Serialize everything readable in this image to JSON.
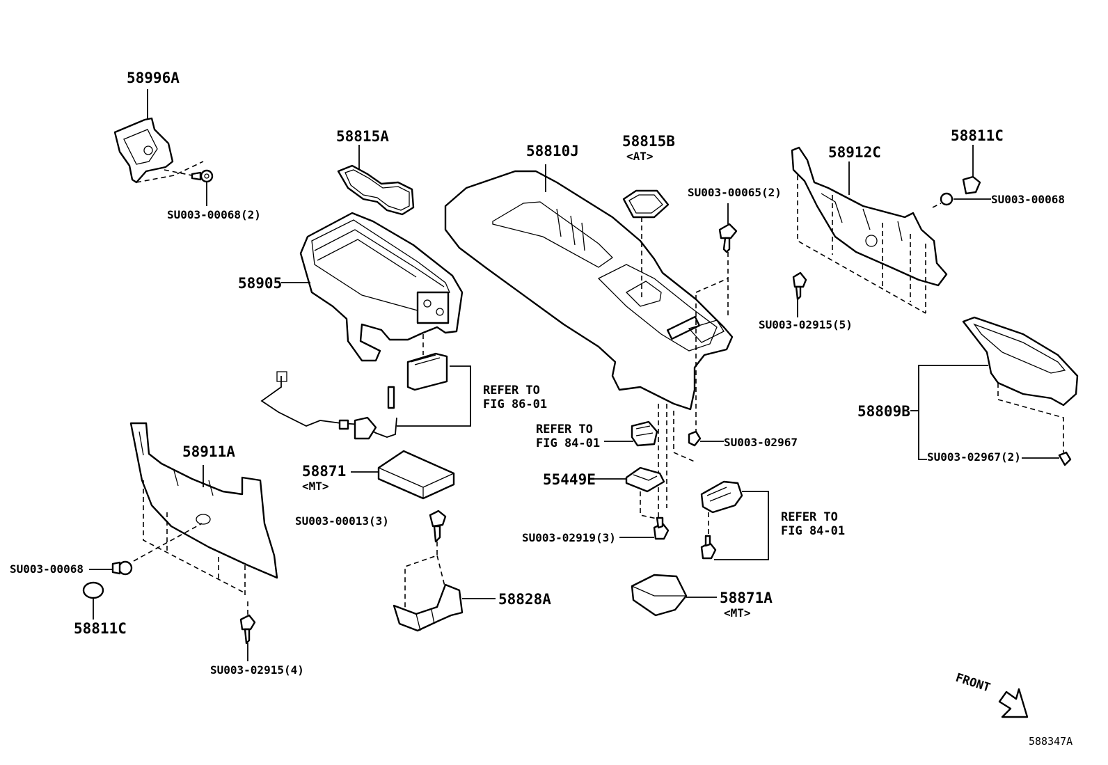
{
  "diagram_id": "588347A",
  "front_label": "FRONT",
  "part_labels": {
    "p58996A": "58996A",
    "p58815A": "58815A",
    "p58810J": "58810J",
    "p58815B": "58815B",
    "p58815B_note": "<AT>",
    "p58912C": "58912C",
    "p58811C_top": "58811C",
    "p58905": "58905",
    "p58911A": "58911A",
    "p58871": "58871",
    "p58871_note": "<MT>",
    "p55449E": "55449E",
    "p58809B": "58809B",
    "p58828A": "58828A",
    "p58871A": "58871A",
    "p58871A_note": "<MT>",
    "p58811C_bottom": "58811C"
  },
  "fastener_labels": {
    "f1": "SU003-00068(2)",
    "f2": "SU003-00065(2)",
    "f3": "SU003-00068",
    "f4": "SU003-02915(5)",
    "f5": "SU003-02967",
    "f6": "SU003-02967(2)",
    "f7": "SU003-00013(3)",
    "f8": "SU003-02919(3)",
    "f9": "SU003-00068",
    "f10": "SU003-02915(4)"
  },
  "references": {
    "r86_line1": "REFER TO",
    "r86_line2": "FIG 86-01",
    "r84a_line1": "REFER TO",
    "r84a_line2": "FIG 84-01",
    "r84b_line1": "REFER TO",
    "r84b_line2": "FIG 84-01"
  }
}
